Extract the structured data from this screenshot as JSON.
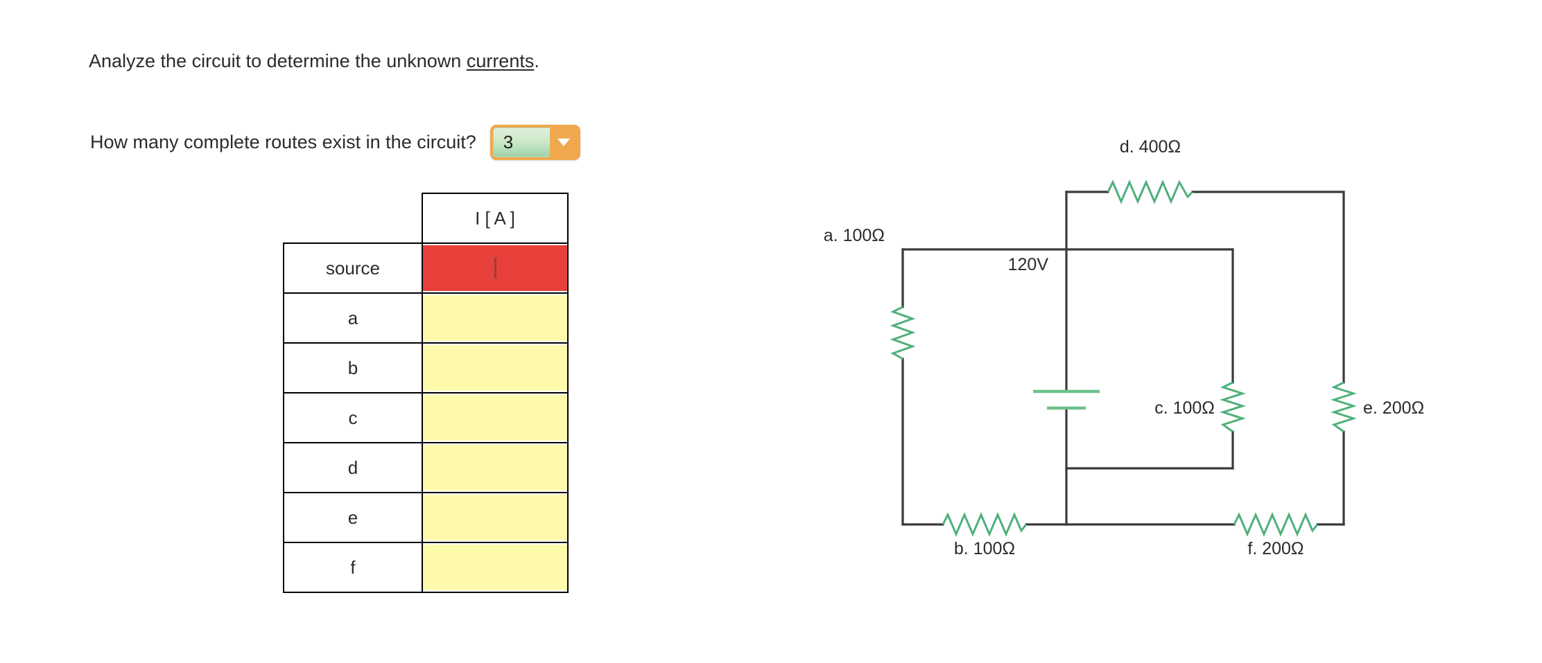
{
  "prompt": {
    "text_before": "Analyze the circuit to determine the unknown ",
    "link_text": "currents",
    "text_after": "."
  },
  "question": {
    "label": "How many complete routes exist in the circuit?",
    "dropdown": {
      "name": "routes-count-select",
      "value": "3",
      "arrow_icon": "chevron-down-icon",
      "frame_color": "#f0a84e",
      "value_bg_color": "#cfe9c8"
    }
  },
  "table": {
    "corner_label": "",
    "column_header": "I [ A ]",
    "rows": [
      {
        "label": "source",
        "value": "",
        "state": "active",
        "cell_color": "#e8403a"
      },
      {
        "label": "a",
        "value": "",
        "state": "editable",
        "cell_color": "#fdfbab"
      },
      {
        "label": "b",
        "value": "",
        "state": "editable",
        "cell_color": "#fdfbab"
      },
      {
        "label": "c",
        "value": "",
        "state": "editable",
        "cell_color": "#fdfbab"
      },
      {
        "label": "d",
        "value": "",
        "state": "editable",
        "cell_color": "#fdfbab"
      },
      {
        "label": "e",
        "value": "",
        "state": "editable",
        "cell_color": "#fdfbab"
      },
      {
        "label": "f",
        "value": "",
        "state": "editable",
        "cell_color": "#fdfbab"
      }
    ]
  },
  "circuit": {
    "wire_color": "#3a3a3a",
    "component_color": "#4eb07a",
    "source": {
      "label": "120V",
      "symbol": "battery-icon"
    },
    "resistors": [
      {
        "id": "a",
        "label": "a. 100Ω",
        "value": "100",
        "unit": "Ω",
        "orientation": "vertical",
        "label_side": "left"
      },
      {
        "id": "b",
        "label": "b. 100Ω",
        "value": "100",
        "unit": "Ω",
        "orientation": "horizontal",
        "label_side": "below"
      },
      {
        "id": "c",
        "label": "c. 100Ω",
        "value": "100",
        "unit": "Ω",
        "orientation": "vertical",
        "label_side": "left"
      },
      {
        "id": "d",
        "label": "d. 400Ω",
        "value": "400",
        "unit": "Ω",
        "orientation": "horizontal",
        "label_side": "above"
      },
      {
        "id": "e",
        "label": "e. 200Ω",
        "value": "200",
        "unit": "Ω",
        "orientation": "vertical",
        "label_side": "right"
      },
      {
        "id": "f",
        "label": "f. 200Ω",
        "value": "200",
        "unit": "Ω",
        "orientation": "horizontal",
        "label_side": "below"
      }
    ]
  }
}
